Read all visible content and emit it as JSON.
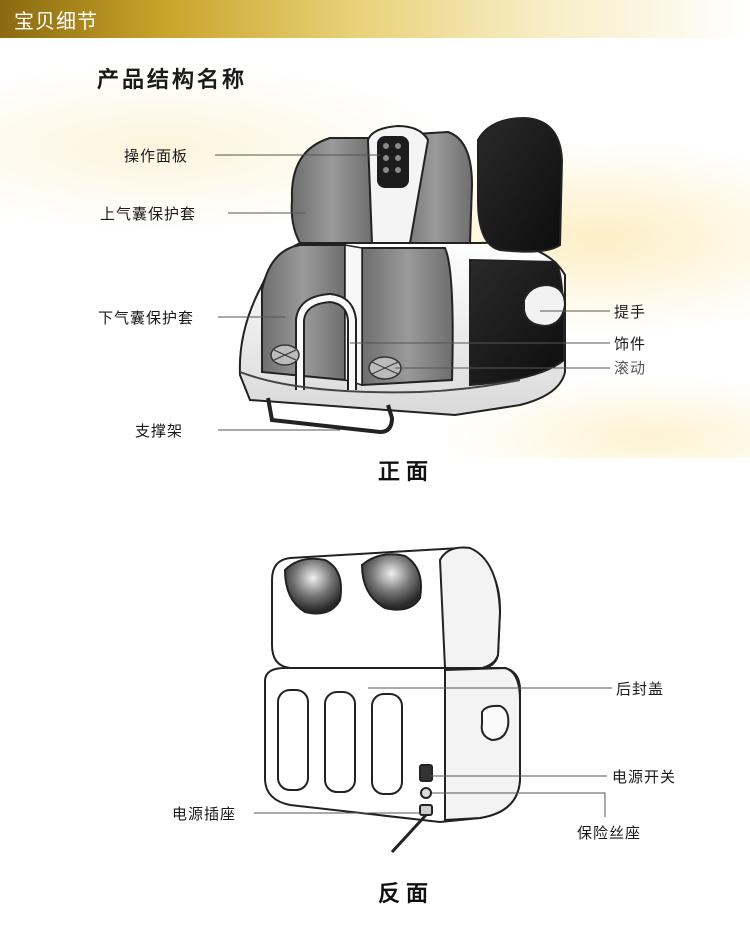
{
  "header": {
    "title": "宝贝细节",
    "accent": "#c9a42a"
  },
  "section": {
    "title": "产品结构名称"
  },
  "front": {
    "caption": "正面",
    "labels": {
      "control_panel": "操作面板",
      "upper_airbag_cover": "上气囊保护套",
      "lower_airbag_cover": "下气囊保护套",
      "support_frame": "支撑架",
      "handle": "提手",
      "ornament": "饰件",
      "roller": "滚动"
    }
  },
  "back": {
    "caption": "反面",
    "labels": {
      "rear_cover": "后封盖",
      "power_switch": "电源开关",
      "power_socket": "电源插座",
      "fuse_holder": "保险丝座"
    }
  }
}
